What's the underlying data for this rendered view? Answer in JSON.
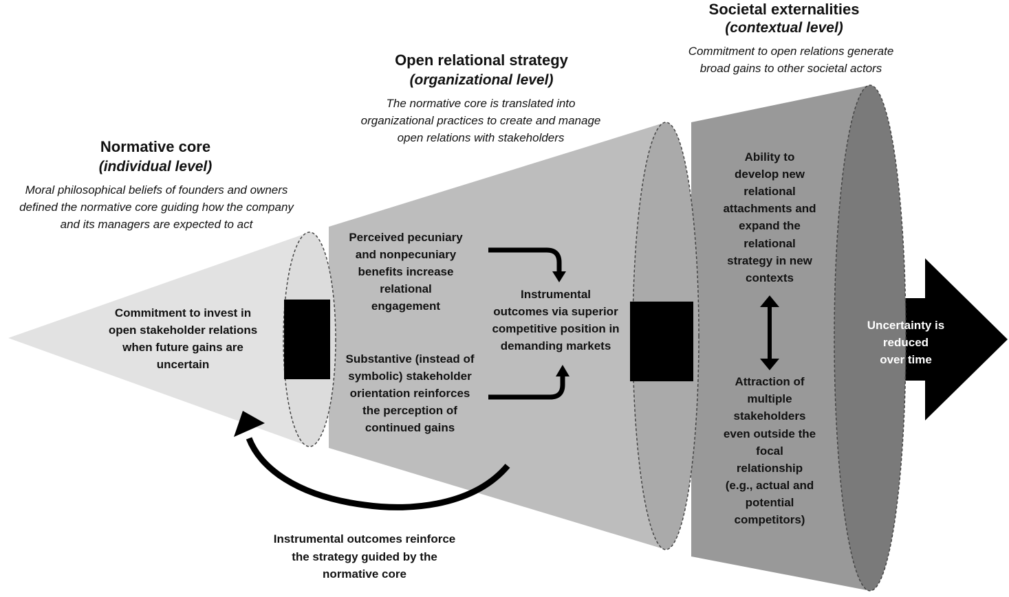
{
  "normative": {
    "title": "Normative core",
    "level": "(individual level)",
    "desc1": "Moral philosophical beliefs of founders and owners",
    "desc2": "defined the normative core guiding how the company",
    "desc3": "and its managers are expected to act",
    "inner1": "Commitment to invest in",
    "inner2": "open stakeholder relations",
    "inner3": "when future gains are",
    "inner4": "uncertain"
  },
  "strategy": {
    "title": "Open relational strategy",
    "level": "(organizational level)",
    "desc1": "The normative core is translated into",
    "desc2": "organizational practices to create and manage",
    "desc3": "open relations with stakeholders",
    "perceived1": "Perceived pecuniary",
    "perceived2": "and nonpecuniary",
    "perceived3": "benefits increase",
    "perceived4": "relational",
    "perceived5": "engagement",
    "substantive1": "Substantive (instead of",
    "substantive2": "symbolic) stakeholder",
    "substantive3": "orientation reinforces",
    "substantive4": "the perception of",
    "substantive5": "continued gains",
    "outcome1": "Instrumental",
    "outcome2": "outcomes via superior",
    "outcome3": "competitive position in",
    "outcome4": "demanding markets"
  },
  "societal": {
    "title": "Societal externalities",
    "level": "(contextual level)",
    "desc1": "Commitment to open relations generate",
    "desc2": "broad gains to other societal actors",
    "ability1": "Ability to",
    "ability2": "develop new",
    "ability3": "relational",
    "ability4": "attachments and",
    "ability5": "expand the",
    "ability6": "relational",
    "ability7": "strategy in new",
    "ability8": "contexts",
    "attraction1": "Attraction of",
    "attraction2": "multiple",
    "attraction3": "stakeholders",
    "attraction4": "even outside the",
    "attraction5": "focal",
    "attraction6": "relationship",
    "attraction7": "(e.g., actual and",
    "attraction8": "potential",
    "attraction9": "competitors)"
  },
  "arrow": {
    "line1": "Uncertainty is",
    "line2": "reduced",
    "line3": "over time"
  },
  "feedback": {
    "line1": "Instrumental outcomes reinforce",
    "line2": "the strategy guided by the",
    "line3": "normative core"
  }
}
